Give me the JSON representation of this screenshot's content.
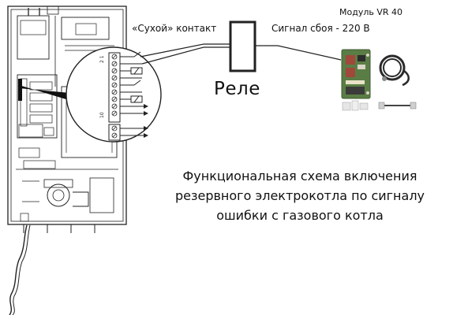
{
  "labels": {
    "dry_contact": "«Сухой» контакт",
    "fault_signal": "Сигнал сбоя - 220 В",
    "module": "Модуль VR 40",
    "relay": "Реле"
  },
  "caption": {
    "line1": "Функциональная схема включения",
    "line2": "резервного электрокотла по сигналу",
    "line3": "ошибки с газового котла"
  },
  "terminal_marks": {
    "top": "2 1",
    "bottom": "10"
  },
  "colors": {
    "line": "#1a1a1a",
    "board_green": "#5a7d45",
    "board_red": "#a0483a"
  }
}
